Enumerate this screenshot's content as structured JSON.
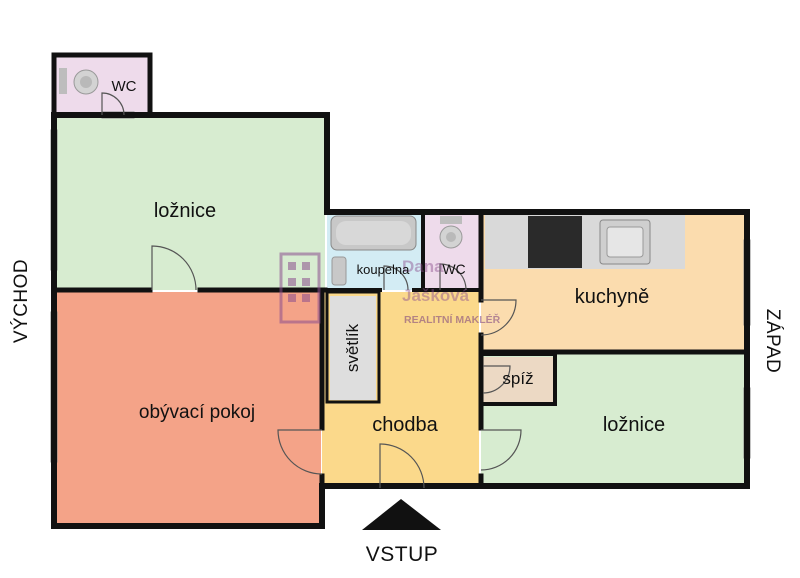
{
  "orientation": {
    "east": "VÝCHOD",
    "west": "ZÁPAD",
    "entrance": "VSTUP"
  },
  "rooms": {
    "wc_top": "WC",
    "bedroom_top": "ložnice",
    "bathroom": "koupelna",
    "wc_mid": "WC",
    "kitchen": "kuchyně",
    "living_room": "obývací pokoj",
    "skylight": "světlík",
    "hallway": "chodba",
    "pantry": "spíž",
    "bedroom_right": "ložnice"
  },
  "watermark": {
    "name_line1": "Dana",
    "name_line2": "Jašková",
    "tagline": "REALITNÍ MAKLÉŘ"
  },
  "colors": {
    "bedroom": "#d7ecd0",
    "living_room": "#f4a388",
    "kitchen": "#fbdcae",
    "hallway": "#fbd98b",
    "wc": "#eedbeb",
    "bathroom": "#d3ecf4",
    "skylight": "#dedede",
    "pantry": "#ecd9c4",
    "wall": "#111111"
  }
}
